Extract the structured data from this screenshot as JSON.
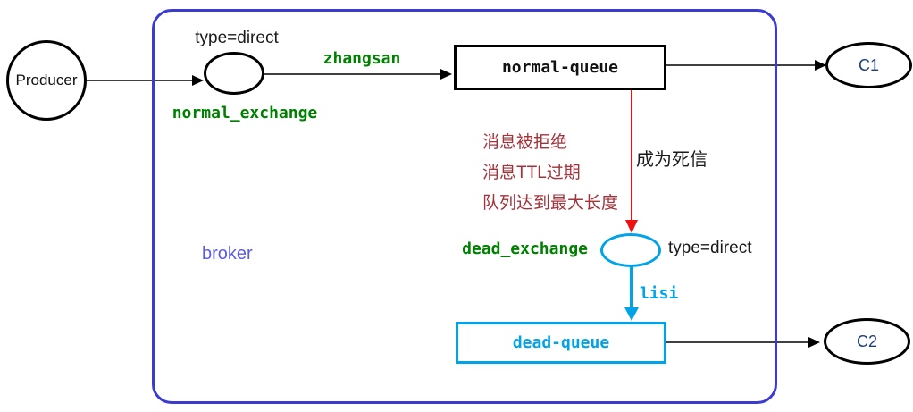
{
  "producer": {
    "label": "Producer"
  },
  "broker": {
    "label": "broker"
  },
  "normal_exchange": {
    "type_label": "type=direct",
    "name_label": "normal_exchange",
    "routing_key_label": "zhangsan"
  },
  "normal_queue": {
    "label": "normal-queue"
  },
  "consumer_c1": {
    "label": "C1"
  },
  "dead_letter": {
    "reasons": [
      "消息被拒绝",
      "消息TTL过期",
      "队列达到最大长度"
    ],
    "transition_label": "成为死信"
  },
  "dead_exchange": {
    "name_label": "dead_exchange",
    "type_label": "type=direct",
    "routing_key_label": "lisi"
  },
  "dead_queue": {
    "label": "dead-queue"
  },
  "consumer_c2": {
    "label": "C2"
  },
  "colors": {
    "broker_border": "#3b3bd1",
    "exchange_name_green": "#008000",
    "dead_letter_cyan": "#00a2e8",
    "dead_arrow_red": "#ee1111",
    "reason_text_dark_red": "#a3323b",
    "consumer_text_blue": "#1f3f77",
    "broker_label_blue": "#5a5ae6",
    "outline_black": "#000000"
  }
}
